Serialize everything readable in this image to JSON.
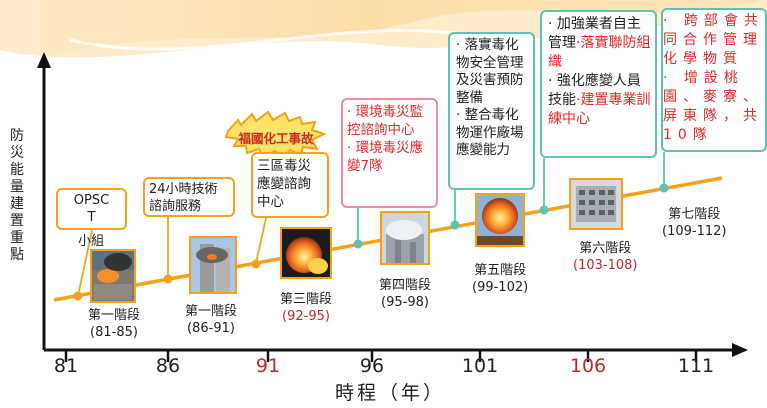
{
  "y_axis_label": "防災能量建置重點",
  "x_axis_label": "時程（年）",
  "ticks": [
    {
      "label": "81",
      "highlight": false
    },
    {
      "label": "86",
      "highlight": false
    },
    {
      "label": "91",
      "highlight": true
    },
    {
      "label": "96",
      "highlight": false
    },
    {
      "label": "101",
      "highlight": false
    },
    {
      "label": "106",
      "highlight": true
    },
    {
      "label": "111",
      "highlight": false
    }
  ],
  "stages": [
    {
      "name": "第一階段",
      "years": "(81-85)",
      "highlight_years": false
    },
    {
      "name": "第一階段",
      "years": "(86-91)",
      "highlight_years": false
    },
    {
      "name": "第三階段",
      "years": "(92-95)",
      "highlight_years": true
    },
    {
      "name": "第四階段",
      "years": "(95-98)",
      "highlight_years": false
    },
    {
      "name": "第五階段",
      "years": "(99-102)",
      "highlight_years": false
    },
    {
      "name": "第六階段",
      "years": "(103-108)",
      "highlight_years": true
    },
    {
      "name": "第七階段",
      "years": "(109-112)",
      "highlight_years": false
    }
  ],
  "callouts": {
    "opsc": {
      "line1": "OPSC",
      "line2": "T",
      "overflow": "小組"
    },
    "consult": "24小時技術諮詢服務",
    "three_region": "三區毒災應變諮詢中心",
    "event_burst": "福國化工事故",
    "stage4_items": [
      "環境毒災監控諮詢中心",
      "環境毒災應變7隊"
    ],
    "stage5_items": [
      "落實毒化物安全管理及災害預防整備",
      "整合毒化物運作廠場應變能力"
    ],
    "stage6_items": [
      {
        "black": "加強業者自主管理",
        "red": "落實聯防組織"
      },
      {
        "black": "強化應變人員技能",
        "red": "建置專業訓練中心"
      }
    ],
    "stage7_items": [
      "跨部會共同合作管理化學物質",
      "增設桃園、麥寮、屏東隊，共10隊"
    ]
  },
  "bullet": "·",
  "colors": {
    "timeline": "#f5a21b",
    "callout_orange": "#f5a21b",
    "callout_teal": "#5fc2b3",
    "callout_pink": "#f08c9c",
    "emphasis_red": "#e02a2a",
    "axis": "#111111",
    "wave": "#f8c978"
  }
}
